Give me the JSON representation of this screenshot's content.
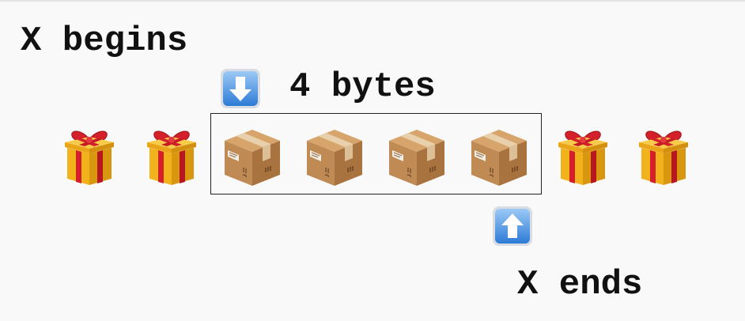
{
  "labels": {
    "start": "X begins",
    "size": "4 bytes",
    "end": "X ends"
  },
  "memory": {
    "cells": [
      {
        "kind": "gift",
        "icon": "gift-icon"
      },
      {
        "kind": "gift",
        "icon": "gift-icon"
      },
      {
        "kind": "box",
        "icon": "package-icon"
      },
      {
        "kind": "box",
        "icon": "package-icon"
      },
      {
        "kind": "box",
        "icon": "package-icon"
      },
      {
        "kind": "box",
        "icon": "package-icon"
      },
      {
        "kind": "gift",
        "icon": "gift-icon"
      },
      {
        "kind": "gift",
        "icon": "gift-icon"
      }
    ],
    "highlight_start_index": 2,
    "highlight_end_index": 5
  },
  "markers": {
    "start_icon": "down-arrow-icon",
    "end_icon": "up-arrow-icon"
  },
  "colors": {
    "background": "#f9f9f9",
    "text": "#111111",
    "arrow_key": "#3d8fe0",
    "gift_red": "#d4202a",
    "gift_gold": "#f2b21c",
    "box_brown": "#c08a55"
  }
}
